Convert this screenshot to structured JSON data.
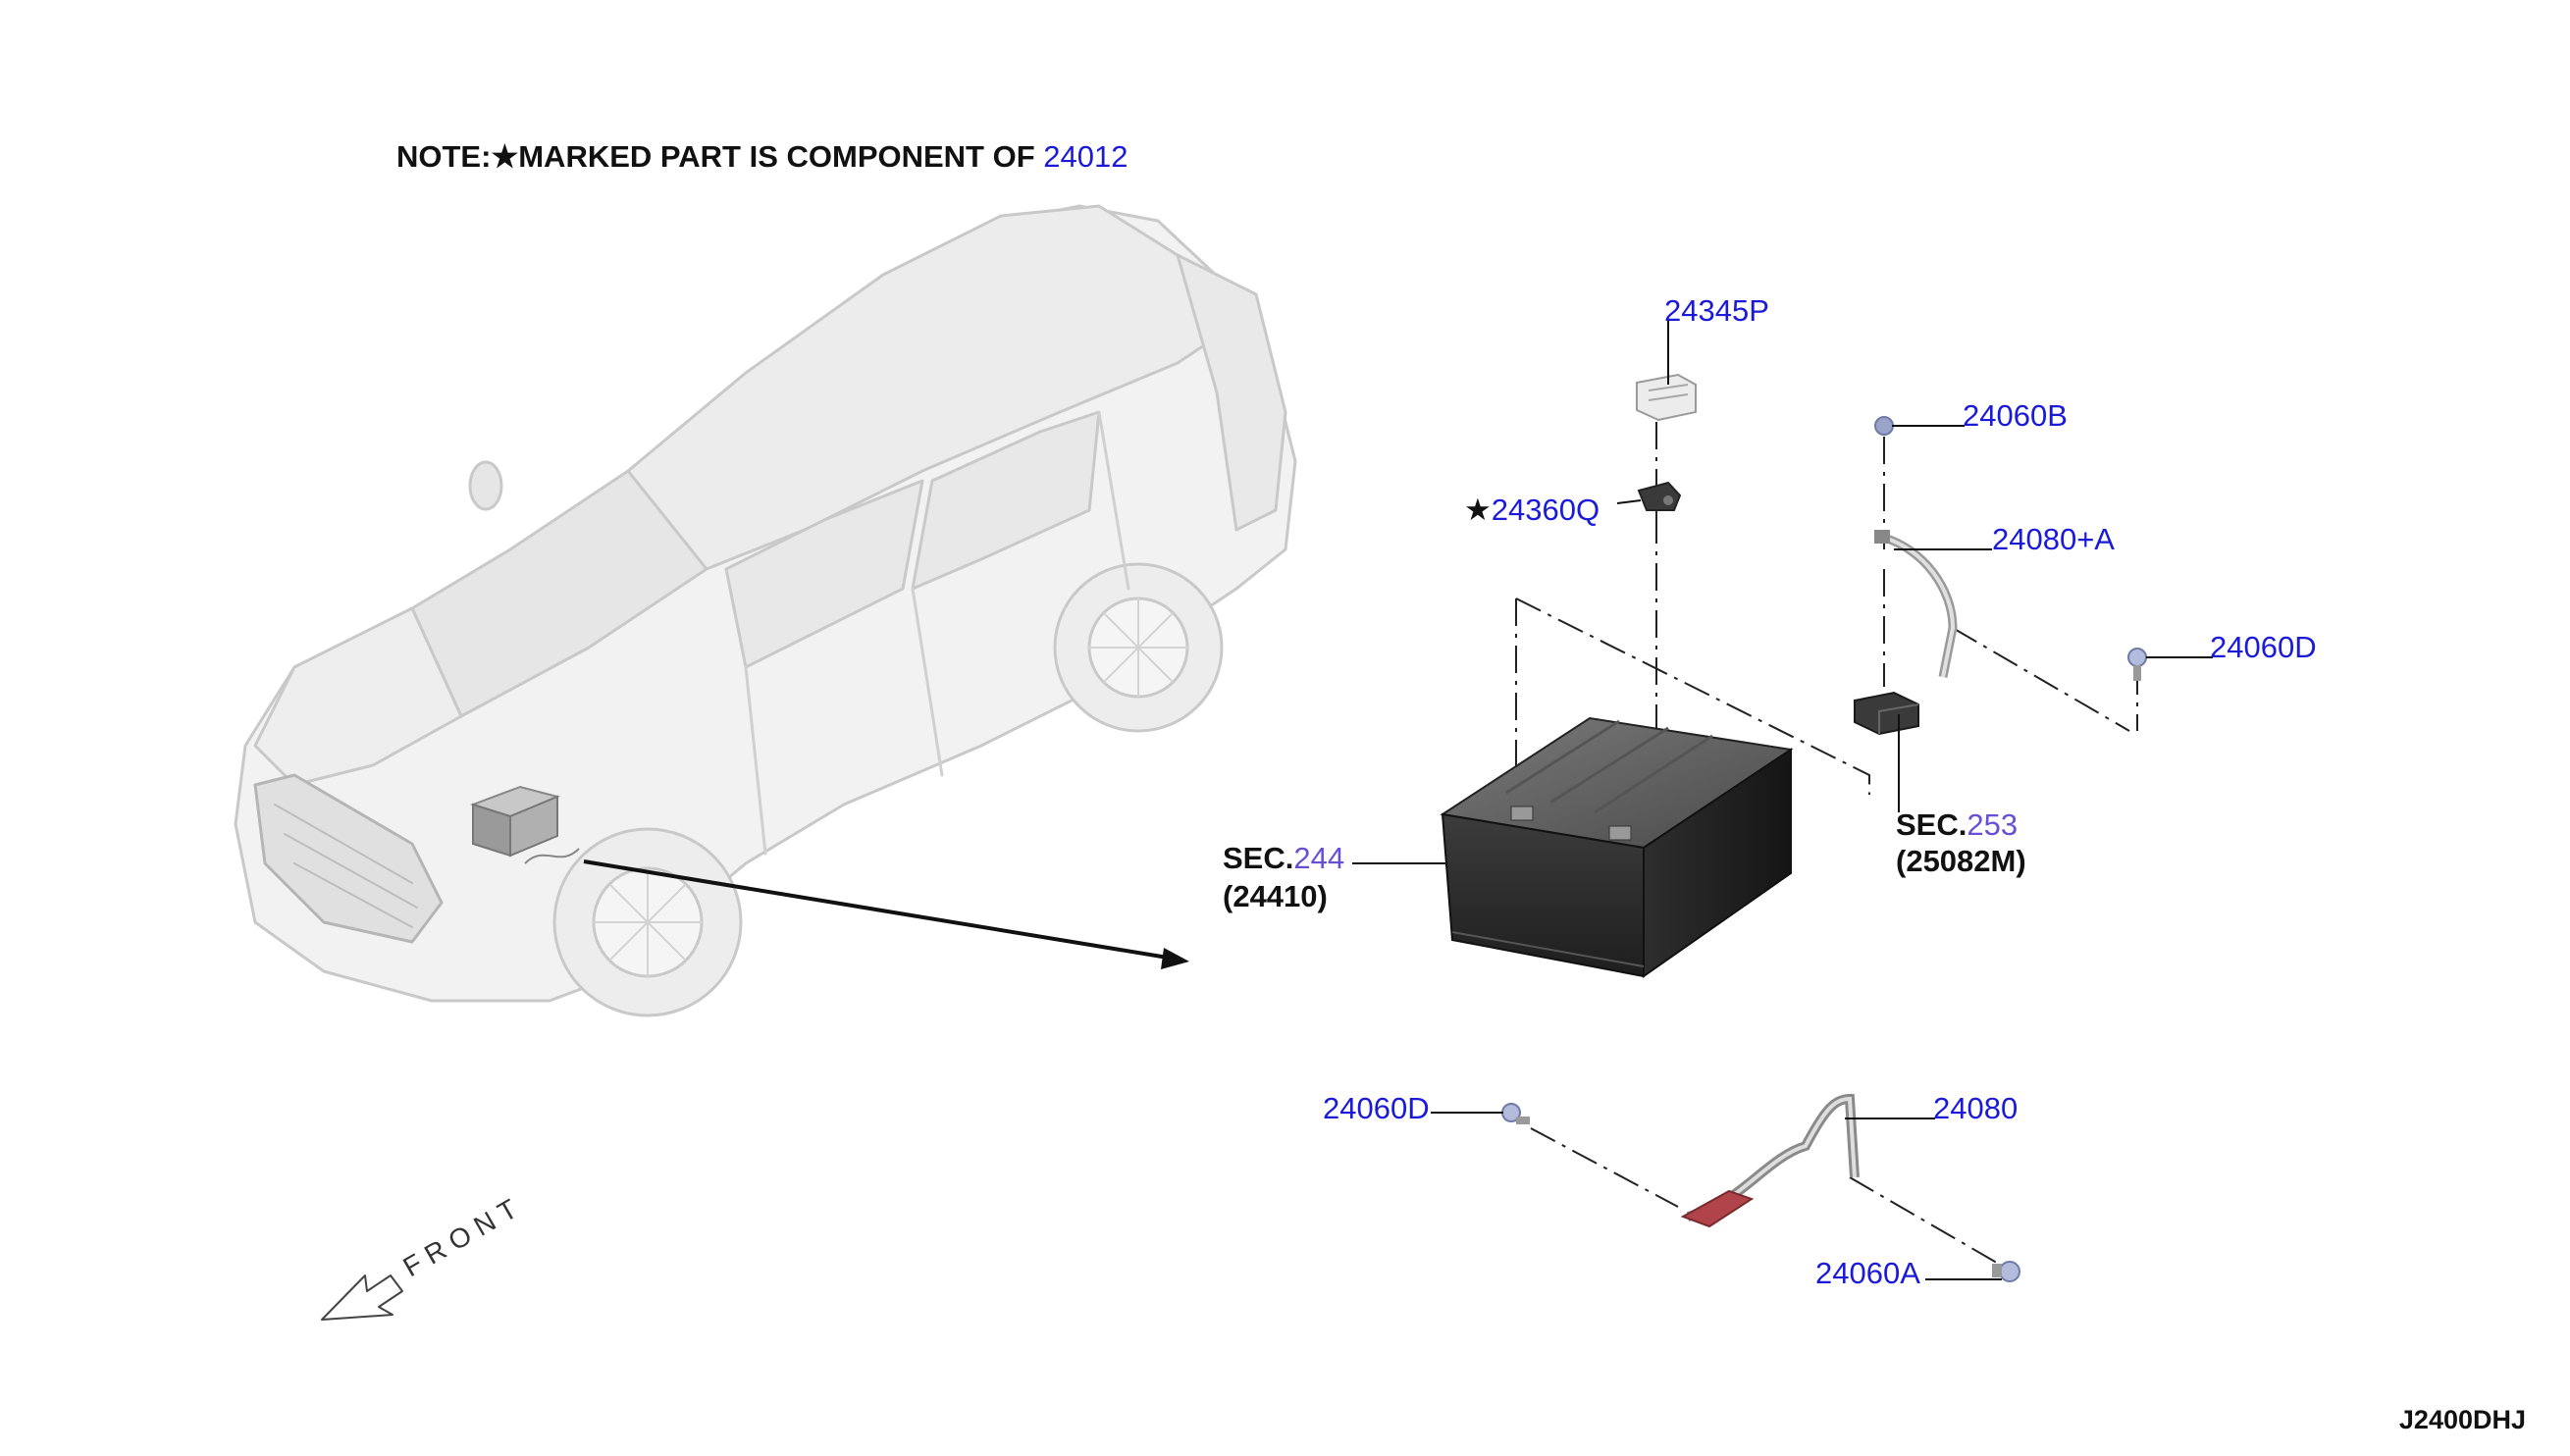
{
  "note": {
    "prefix": "NOTE:",
    "star": "★",
    "text": "MARKED PART IS COMPONENT OF ",
    "ref": "24012"
  },
  "parts": {
    "p24345P": "24345P",
    "p24360Q_star": "★",
    "p24360Q": "24360Q",
    "p24060B": "24060B",
    "p24080A": "24080+A",
    "p24060D_right": "24060D",
    "p24060D_bottom": "24060D",
    "p24080": "24080",
    "p24060A": "24060A"
  },
  "sections": {
    "battery": {
      "prefix": "SEC.",
      "number": "244",
      "part": "(24410)"
    },
    "bracket": {
      "prefix": "SEC.",
      "number": "253",
      "part": "(25082M)"
    }
  },
  "front_label": "FRONT",
  "diagram_code": "J2400DHJ",
  "colors": {
    "part_number": "#1a1ad8",
    "section_number": "#6a4fd6",
    "text": "#111111",
    "cable_red": "#b0444a"
  }
}
